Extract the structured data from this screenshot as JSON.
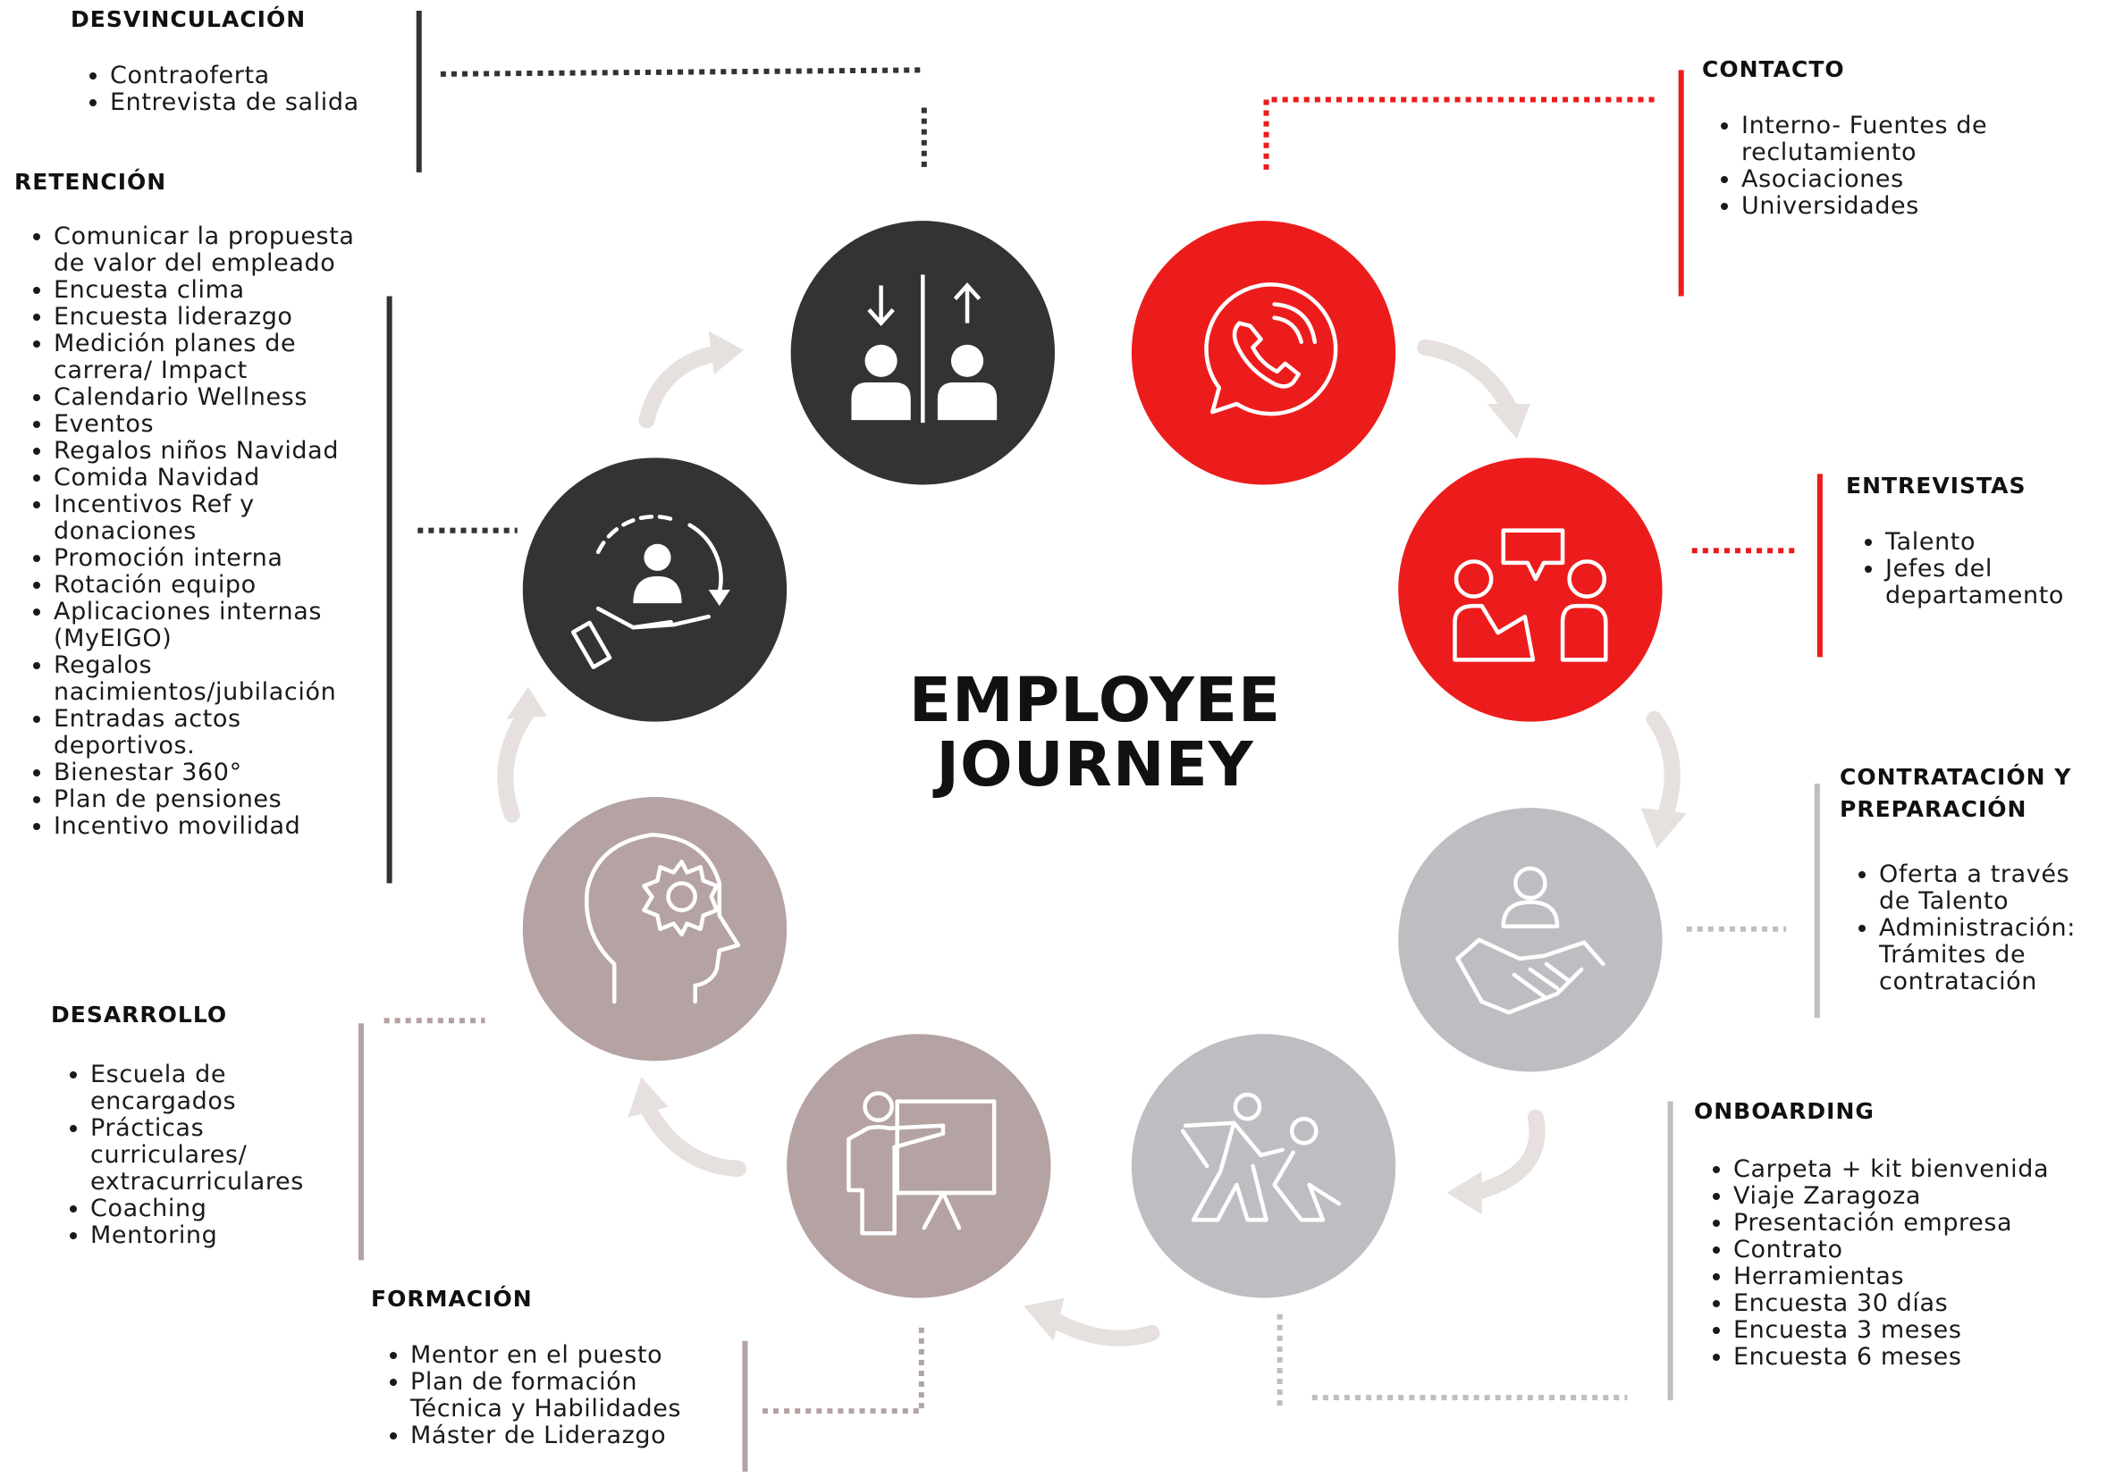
{
  "title": [
    "EMPLOYEE",
    "JOURNEY"
  ],
  "colors": {
    "dark": "#333333",
    "red": "#ED1C1C",
    "grey": "#C0BDC2",
    "mauve": "#B5A2A3",
    "arrow": "#E6E0DE"
  },
  "stages": [
    {
      "icon": "elevator-people-icon"
    },
    {
      "icon": "phone-call-icon"
    },
    {
      "icon": "interview-icon"
    },
    {
      "icon": "handshake-icon"
    },
    {
      "icon": "helping-hand-icon"
    },
    {
      "icon": "presentation-board-icon"
    },
    {
      "icon": "head-gear-icon"
    },
    {
      "icon": "retention-hand-icon"
    }
  ],
  "sections": {
    "desvinculacion": {
      "heading": "DESVINCULACIÓN",
      "items": [
        "Contraoferta",
        "Entrevista de salida"
      ]
    },
    "retencion": {
      "heading": "RETENCIÓN",
      "items": [
        "Comunicar la propuesta de valor del empleado",
        "Encuesta clima",
        "Encuesta liderazgo",
        "Medición planes de carrera/ Impact",
        "Calendario Wellness",
        "Eventos",
        "Regalos niños Navidad",
        "Comida Navidad",
        "Incentivos Ref y donaciones",
        "Promoción interna",
        "Rotación equipo",
        "Aplicaciones internas (MyEIGO)",
        "Regalos nacimientos/jubilación",
        "Entradas actos deportivos.",
        "Bienestar 360°",
        "Plan de pensiones",
        "Incentivo movilidad"
      ]
    },
    "contacto": {
      "heading": "CONTACTO",
      "items": [
        "Interno- Fuentes de reclutamiento",
        "Asociaciones",
        "Universidades"
      ]
    },
    "entrevistas": {
      "heading": "ENTREVISTAS",
      "items": [
        "Talento",
        "Jefes del departamento"
      ]
    },
    "contratacion": {
      "heading": "CONTRATACIÓN Y PREPARACIÓN",
      "items": [
        "Oferta a través de Talento",
        "Administración: Trámites de contratación"
      ]
    },
    "onboarding": {
      "heading": "ONBOARDING",
      "items": [
        "Carpeta + kit bienvenida",
        "Viaje Zaragoza",
        "Presentación empresa",
        "Contrato",
        "Herramientas",
        "Encuesta 30 días",
        "Encuesta 3 meses",
        "Encuesta 6 meses"
      ]
    },
    "desarrollo": {
      "heading": "DESARROLLO",
      "items": [
        "Escuela de encargados",
        "Prácticas curriculares/ extracurriculares",
        "Coaching",
        "Mentoring"
      ]
    },
    "formacion": {
      "heading": "FORMACIÓN",
      "items": [
        "Mentor en el puesto",
        "Plan de formación Técnica y Habilidades",
        "Máster de Liderazgo"
      ]
    }
  }
}
